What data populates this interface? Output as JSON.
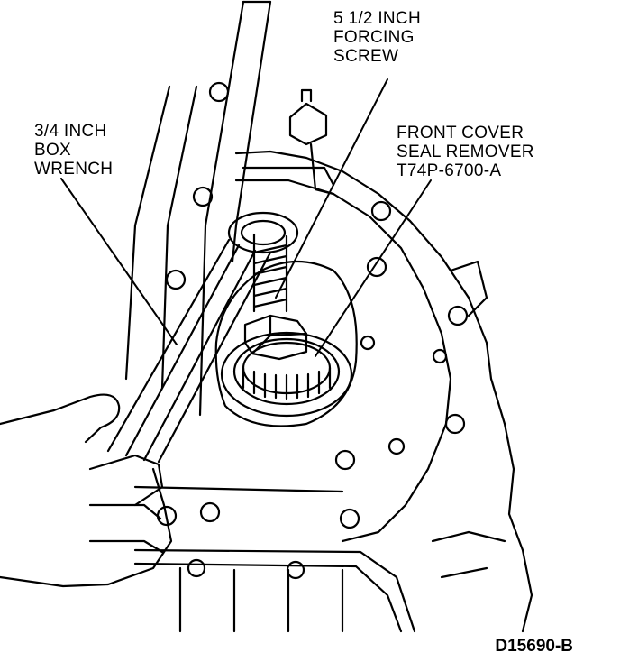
{
  "callouts": {
    "forcing_screw": [
      "5 1/2 INCH",
      "FORCING",
      "SCREW"
    ],
    "box_wrench": [
      "3/4 INCH",
      "BOX",
      "WRENCH"
    ],
    "seal_remover": [
      "FRONT COVER",
      "SEAL REMOVER",
      "T74P-6700-A"
    ]
  },
  "figure_id": "D15690-B",
  "colors": {
    "ink": "#000000",
    "paper": "#ffffff"
  }
}
